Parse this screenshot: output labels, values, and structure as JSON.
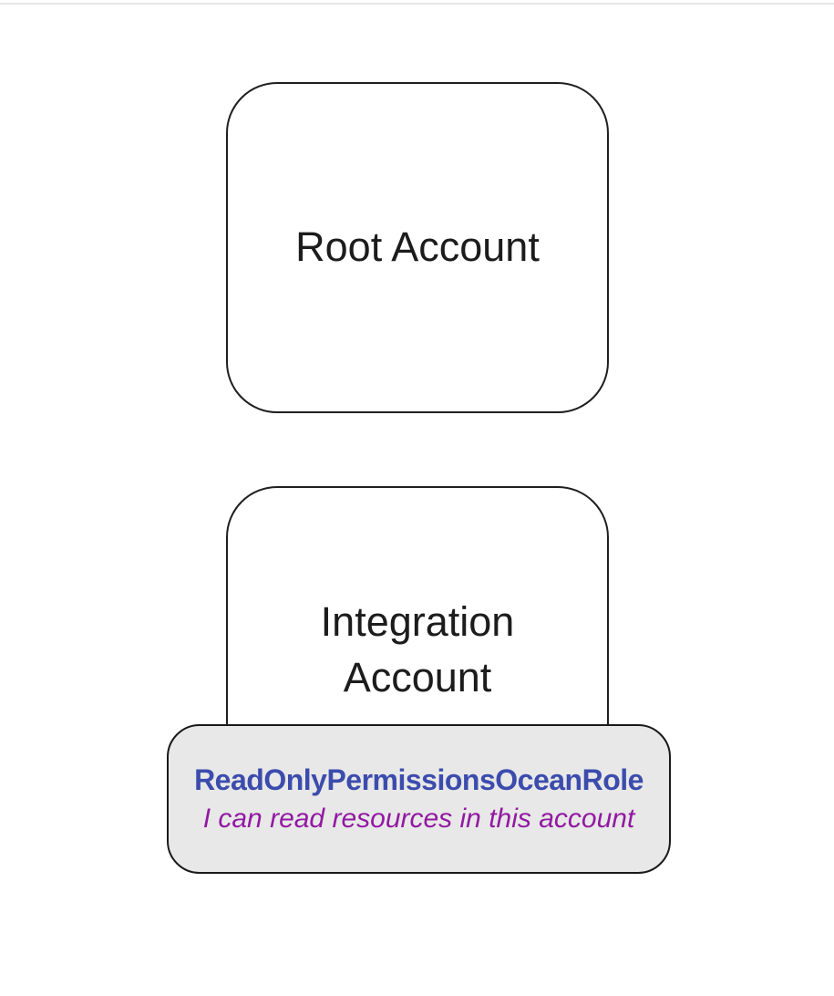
{
  "page": {
    "background_color": "#ffffff",
    "top_divider_color": "#e7e7e7"
  },
  "diagram": {
    "root_account": {
      "label": "Root Account"
    },
    "integration_account": {
      "label": "Integration Account"
    },
    "role_badge": {
      "name": "ReadOnlyPermissionsOceanRole",
      "description": "I can read resources in this account",
      "name_color": "#3c4cad",
      "description_color": "#9219a2",
      "background_color": "#e8e8e8",
      "border_color": "#1a1a1a"
    }
  }
}
